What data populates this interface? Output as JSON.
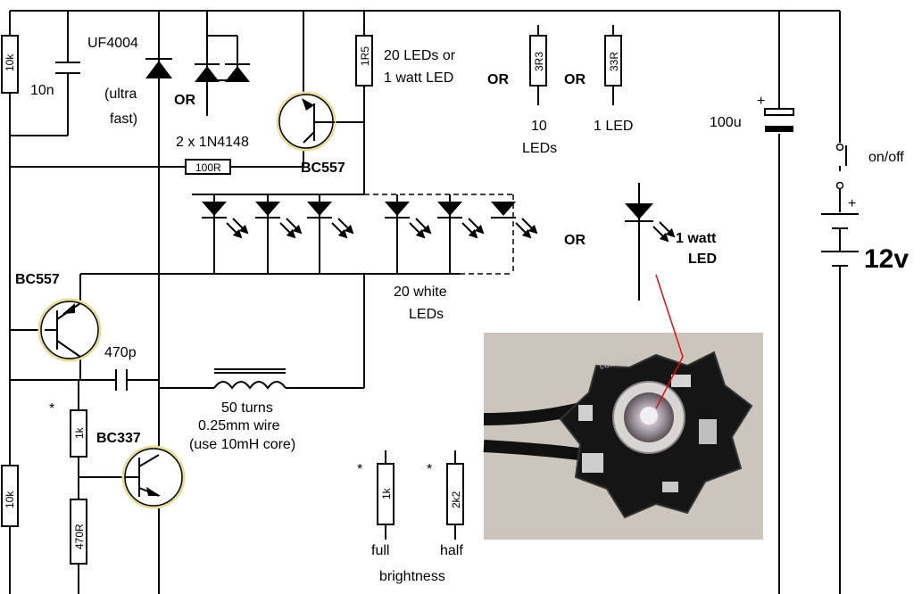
{
  "schematic": {
    "labels": {
      "uf4004": "UF4004",
      "ultra": "(ultra",
      "fast": "fast)",
      "or_diode": "OR",
      "diode_alt": "2 x 1N4148",
      "r_10n": "10n",
      "r_10k_top": "10k",
      "r_1r5": "1R5",
      "leds20_or_1w": "20 LEDs or",
      "leds20_or_1w_2": "1 watt LED",
      "or_a": "OR",
      "r_3r3": "3R3",
      "or_b": "OR",
      "r_33r": "33R",
      "ten": "10",
      "leds": "LEDs",
      "one_led": "1 LED",
      "cap_100u": "100u",
      "plus_cap": "+",
      "onoff": "on/off",
      "plus_bat": "+",
      "battery": "12v",
      "r_100r": "100R",
      "bc557_top": "BC557",
      "or_led": "OR",
      "one_watt": "1 watt",
      "led_word": "LED",
      "white_leds_1": "20 white",
      "white_leds_2": "LEDs",
      "bc557_left": "BC557",
      "c_470p": "470p",
      "star_1k": "*",
      "r_1k_left": "1k",
      "bc337": "BC337",
      "coil_1": "50 turns",
      "coil_2": "0.25mm wire",
      "coil_3": "(use 10mH core)",
      "r_10k_bottom": "10k",
      "r_470r": "470R",
      "star_full": "*",
      "r_1k_full": "1k",
      "star_half": "*",
      "r_2k2": "2k2",
      "full": "full",
      "half": "half",
      "brightness": "brightness",
      "photo_text": "LUMILEDS"
    },
    "colors": {
      "wire": "#000000",
      "transistor_ring": "#e8dc9a",
      "pointer": "#dd1111",
      "pcb": "#141414",
      "photo_bg": "#c9c3bb"
    }
  }
}
